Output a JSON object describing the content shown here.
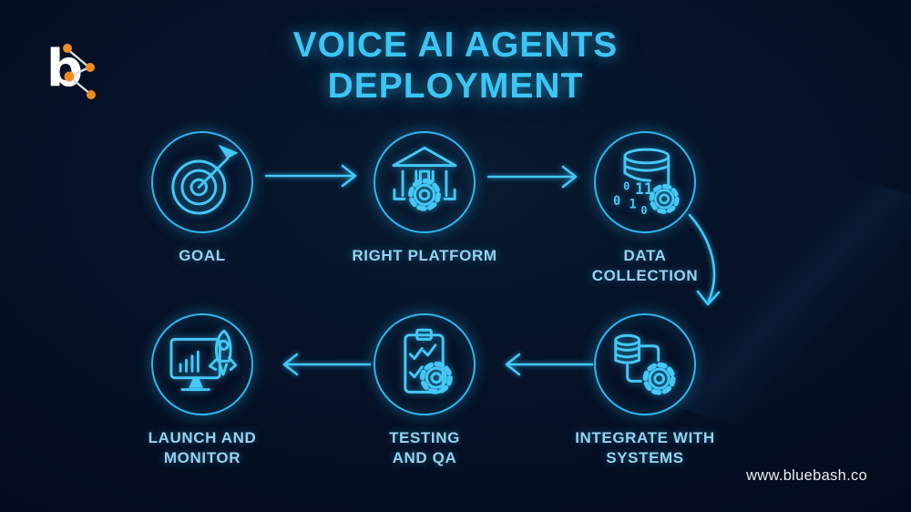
{
  "title": "VOICE AI AGENTS\nDEPLOYMENT",
  "logo": {
    "brand_letter": "b",
    "icon": "bluebash-network-logo",
    "dot_color": "#ef8b25",
    "letter_color": "#ffffff"
  },
  "steps": [
    {
      "id": "goal",
      "label": "GOAL",
      "icon": "target-dart-icon"
    },
    {
      "id": "right-platform",
      "label": "RIGHT PLATFORM",
      "icon": "bank-platform-gear-icon"
    },
    {
      "id": "data-collection",
      "label": "DATA\nCOLLECTION",
      "icon": "database-binary-gear-icon"
    },
    {
      "id": "integrate-with-systems",
      "label": "INTEGRATE WITH\nSYSTEMS",
      "icon": "database-connector-gear-icon"
    },
    {
      "id": "testing-and-qa",
      "label": "TESTING\nAND QA",
      "icon": "clipboard-checklist-gear-icon"
    },
    {
      "id": "launch-and-monitor",
      "label": "LAUNCH AND\nMONITOR",
      "icon": "monitor-rocket-icon"
    }
  ],
  "flow": [
    {
      "from": "goal",
      "to": "right-platform",
      "direction": "right"
    },
    {
      "from": "right-platform",
      "to": "data-collection",
      "direction": "right"
    },
    {
      "from": "data-collection",
      "to": "integrate-with-systems",
      "direction": "down-curved"
    },
    {
      "from": "integrate-with-systems",
      "to": "testing-and-qa",
      "direction": "left"
    },
    {
      "from": "testing-and-qa",
      "to": "launch-and-monitor",
      "direction": "left"
    }
  ],
  "footer": {
    "website": "www.bluebash.co"
  },
  "colors": {
    "background": "#041023",
    "accent": "#2fb9f0",
    "title": "#3cc5f5",
    "label": "#93d3f2",
    "orange": "#ef8b25",
    "white": "#e9edf2"
  }
}
